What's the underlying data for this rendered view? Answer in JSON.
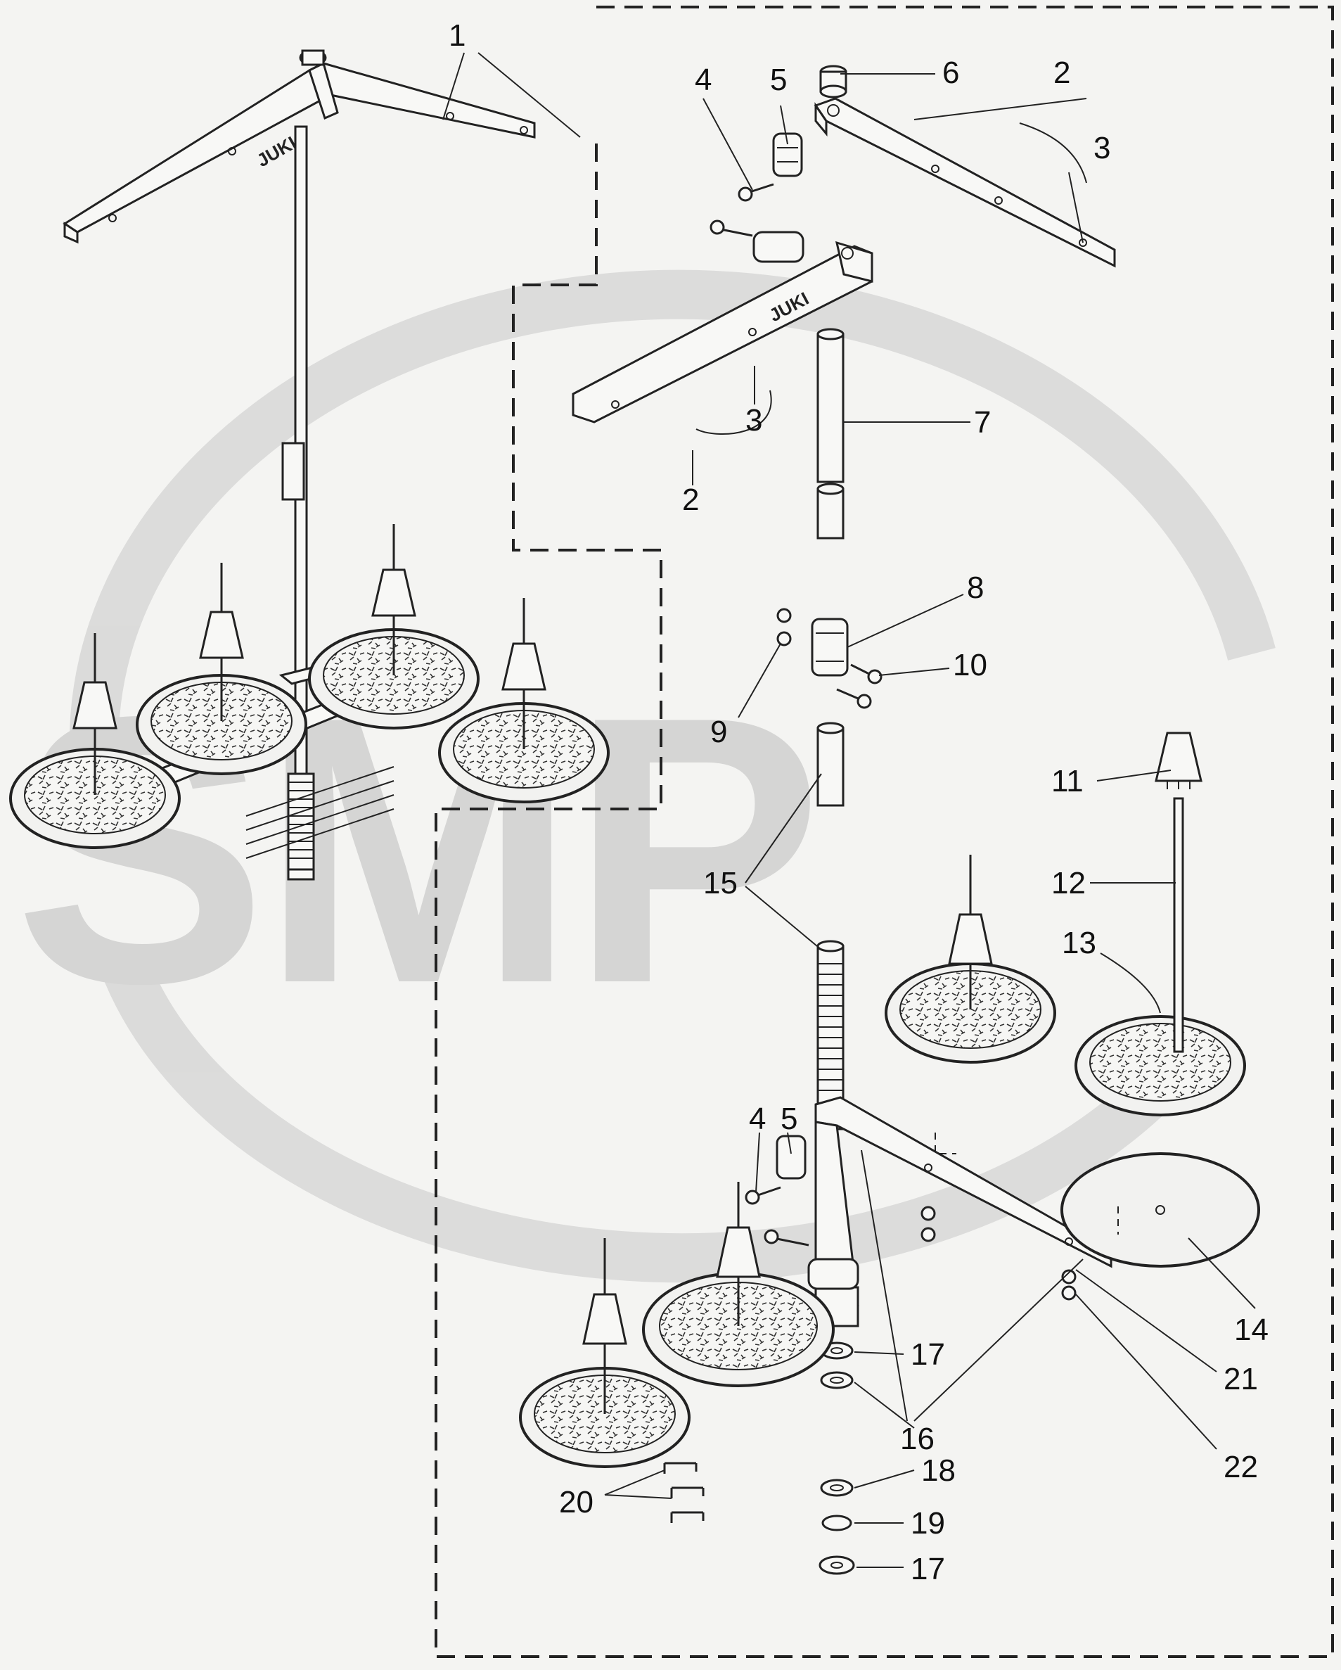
{
  "watermark": {
    "text": "SMP",
    "color": "#c8c8c8"
  },
  "brand_marks": {
    "arm_brand": "JUKI"
  },
  "callouts": [
    {
      "id": "c1",
      "text": "1"
    },
    {
      "id": "c2a",
      "text": "2"
    },
    {
      "id": "c2b",
      "text": "2"
    },
    {
      "id": "c3a",
      "text": "3"
    },
    {
      "id": "c3b",
      "text": "3"
    },
    {
      "id": "c4a",
      "text": "4"
    },
    {
      "id": "c4b",
      "text": "4"
    },
    {
      "id": "c5a",
      "text": "5"
    },
    {
      "id": "c5b",
      "text": "5"
    },
    {
      "id": "c6",
      "text": "6"
    },
    {
      "id": "c7",
      "text": "7"
    },
    {
      "id": "c8",
      "text": "8"
    },
    {
      "id": "c9",
      "text": "9"
    },
    {
      "id": "c10",
      "text": "10"
    },
    {
      "id": "c11",
      "text": "11"
    },
    {
      "id": "c12",
      "text": "12"
    },
    {
      "id": "c13",
      "text": "13"
    },
    {
      "id": "c14",
      "text": "14"
    },
    {
      "id": "c15",
      "text": "15"
    },
    {
      "id": "c16",
      "text": "16"
    },
    {
      "id": "c17a",
      "text": "17"
    },
    {
      "id": "c17b",
      "text": "17"
    },
    {
      "id": "c18",
      "text": "18"
    },
    {
      "id": "c19",
      "text": "19"
    },
    {
      "id": "c20",
      "text": "20"
    },
    {
      "id": "c21",
      "text": "21"
    },
    {
      "id": "c22",
      "text": "22"
    }
  ]
}
